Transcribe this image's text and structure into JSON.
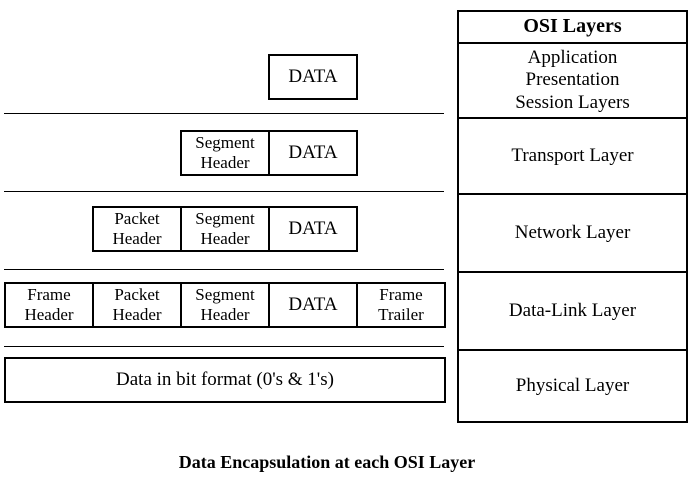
{
  "diagram": {
    "caption": "Data Encapsulation at each OSI Layer",
    "osi": {
      "title": "OSI Layers",
      "layers": {
        "upper": [
          "Application",
          "Presentation",
          "Session Layers"
        ],
        "transport": "Transport Layer",
        "network": "Network Layer",
        "datalink": "Data-Link Layer",
        "physical": "Physical Layer"
      }
    },
    "blocks": {
      "data": "DATA",
      "segment_header": [
        "Segment",
        "Header"
      ],
      "packet_header": [
        "Packet",
        "Header"
      ],
      "frame_header": [
        "Frame",
        "Header"
      ],
      "frame_trailer": [
        "Frame",
        "Trailer"
      ],
      "bits": "Data in bit format (0's & 1's)"
    }
  }
}
